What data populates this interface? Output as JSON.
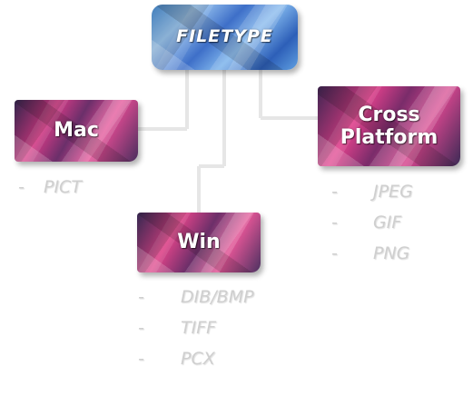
{
  "root": {
    "label": "FILETYPE"
  },
  "mac": {
    "label": "Mac",
    "items": [
      "PICT"
    ]
  },
  "cross_platform": {
    "label_line1": "Cross",
    "label_line2": "Platform",
    "items": [
      "JPEG",
      "GIF",
      "PNG"
    ]
  },
  "win": {
    "label": "Win",
    "items": [
      "DIB/BMP",
      "TIFF",
      "PCX"
    ]
  },
  "bullet": "-",
  "colors": {
    "root_fill": "#4a8fd6",
    "branch_fill": "#d43b86",
    "connector": "#e6e6e6",
    "item_text": "#cfcfcf"
  }
}
